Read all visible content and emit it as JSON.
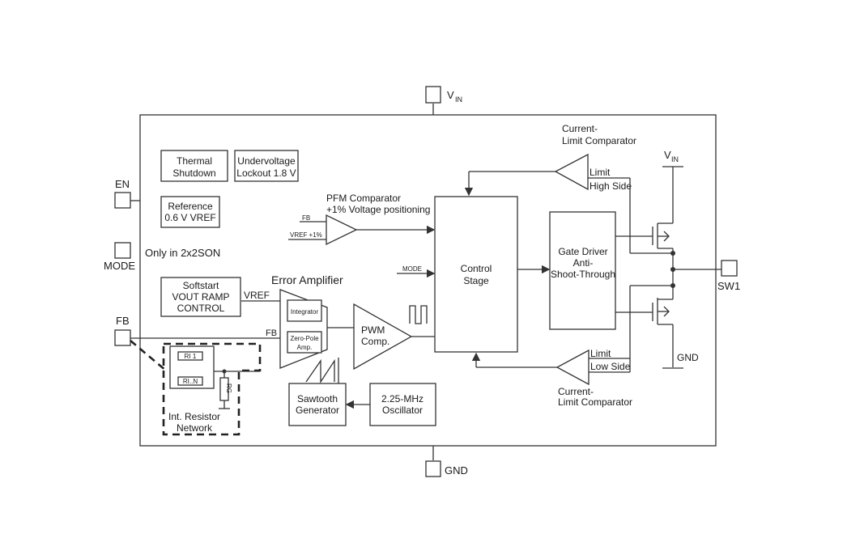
{
  "pins": {
    "vin_top": "V",
    "vin_top_sub": "IN",
    "en": "EN",
    "mode": "MODE",
    "mode_note": "Only in  2x2SON",
    "fb": "FB",
    "sw1": "SW1",
    "gnd_bottom": "GND"
  },
  "blocks": {
    "thermal": [
      "Thermal",
      "Shutdown"
    ],
    "uvlo": [
      "Undervoltage",
      "Lockout 1.8 V"
    ],
    "reference": [
      "Reference",
      "0.6 V VREF"
    ],
    "softstart": [
      "Softstart",
      "VOUT RAMP",
      "CONTROL"
    ],
    "control": [
      "Control",
      "Stage"
    ],
    "gate_driver": [
      "Gate Driver",
      "Anti-",
      "Shoot-Through"
    ],
    "sawtooth": [
      "Sawtooth",
      "Generator"
    ],
    "oscillator": [
      "2.25-MHz",
      "Oscillator"
    ],
    "integrator": "Integrator",
    "zero_pole": [
      "Zero-Pole",
      "Amp."
    ],
    "pwm": [
      "PWM",
      "Comp."
    ],
    "resistor_network": [
      "Int. Resistor",
      "Network"
    ],
    "r1": "RI 1",
    "rn": "RI..N",
    "rg": "RG"
  },
  "labels": {
    "pfm_title": [
      "PFM Comparator",
      "+1% Voltage positioning"
    ],
    "pfm_fb": "FB",
    "pfm_vref": "VREF +1%",
    "mode_in": "MODE",
    "error_amp": "Error Amplifier",
    "vref": "VREF",
    "fb_wire": "FB",
    "cl_top_title": [
      "Current-",
      "Limit Comparator"
    ],
    "cl_top_limit": "Limit",
    "cl_top_side": "High Side",
    "cl_bot_title": [
      "Current-",
      "Limit Comparator"
    ],
    "cl_bot_limit": "Limit",
    "cl_bot_side": "Low Side",
    "vin_right": "V",
    "vin_right_sub": "IN",
    "gnd_right": "GND"
  }
}
